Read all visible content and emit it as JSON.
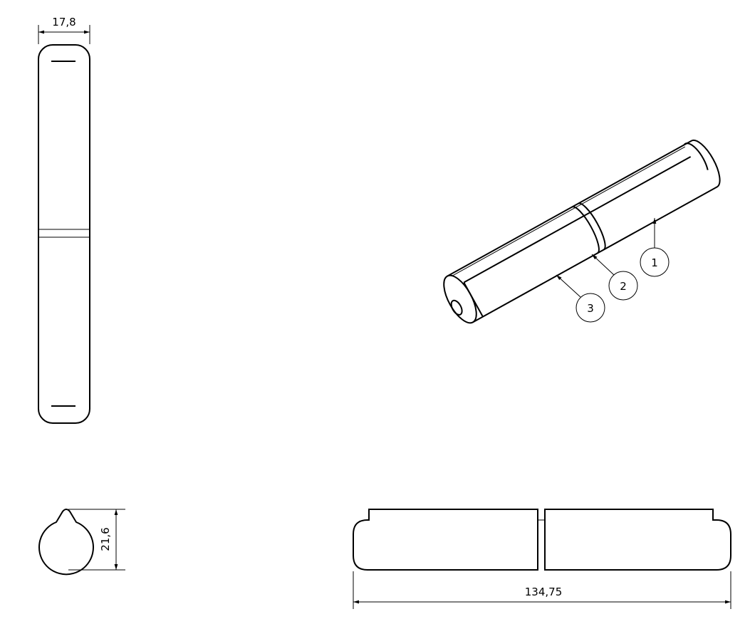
{
  "dimensions": {
    "width_top": "17,8",
    "height_end": "21,6",
    "length_bottom": "134,75"
  },
  "balloons": [
    "1",
    "2",
    "3"
  ],
  "colors": {
    "line": "#000000",
    "background": "#ffffff"
  }
}
